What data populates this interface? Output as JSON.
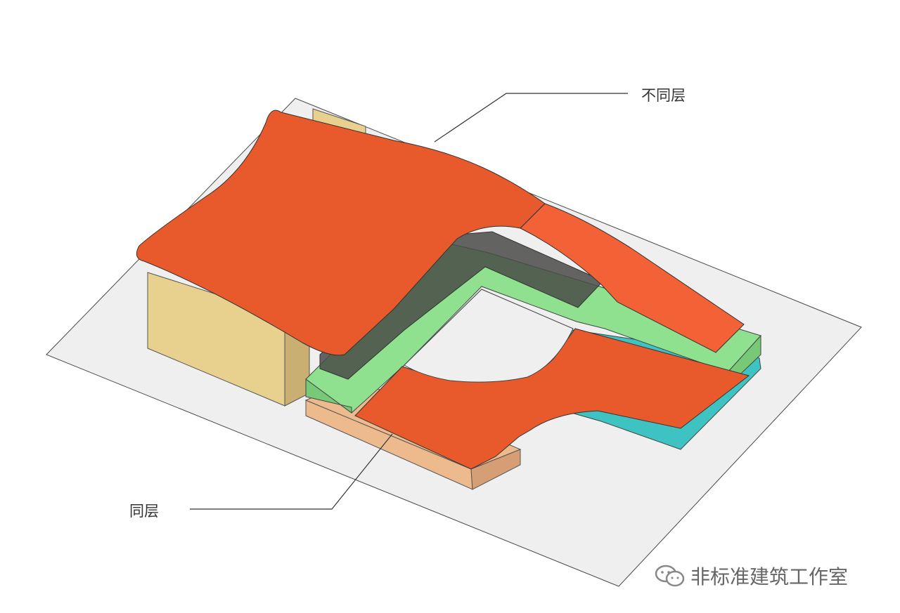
{
  "labels": {
    "different_layer": "不同层",
    "same_layer": "同层"
  },
  "watermark": {
    "icon": "wechat-icon",
    "text": "非标准建筑工作室"
  },
  "colors": {
    "ground": "#efefef",
    "roof_orange": "#e85a2c",
    "roof_orange_light": "#f26236",
    "tan_block": "#e8d18f",
    "green_floor": "#8fe08f",
    "teal_floor": "#3ec2c2",
    "peach_floor": "#edba8e",
    "dark_wall": "#5d5e5a"
  }
}
